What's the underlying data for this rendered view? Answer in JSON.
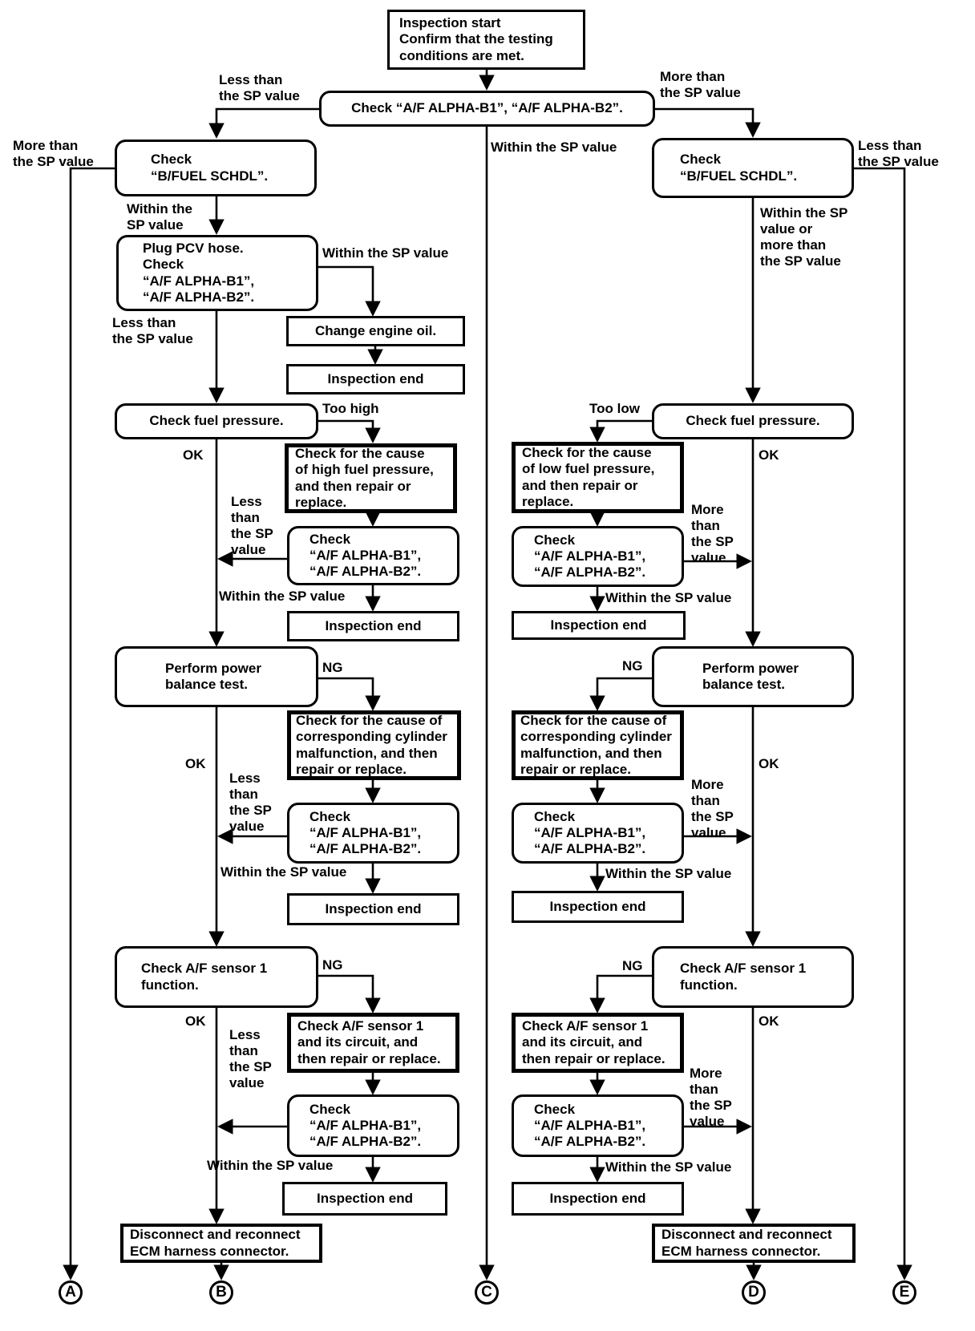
{
  "diagram": {
    "nodes": [
      {
        "text": "Inspection start\nConfirm that the testing\nconditions are met."
      },
      {
        "text": "Check “A/F ALPHA-B1”, “A/F ALPHA-B2”."
      },
      {
        "text": "Check\n“B/FUEL SCHDL”."
      },
      {
        "text": "Plug PCV hose.\nCheck\n“A/F ALPHA-B1”,\n“A/F ALPHA-B2”."
      },
      {
        "text": "Change engine oil."
      },
      {
        "text": "Inspection end"
      },
      {
        "text": "Check fuel pressure."
      },
      {
        "text": "Check for the cause\nof high fuel pressure,\nand then repair or\nreplace."
      },
      {
        "text": "Check\n“A/F ALPHA-B1”,\n“A/F ALPHA-B2”."
      },
      {
        "text": "Inspection end"
      },
      {
        "text": "Perform power\nbalance test."
      },
      {
        "text": "Check for the cause of\ncorresponding cylinder\nmalfunction, and then\nrepair or replace."
      },
      {
        "text": "Check\n“A/F ALPHA-B1”,\n“A/F ALPHA-B2”."
      },
      {
        "text": "Inspection end"
      },
      {
        "text": "Check A/F sensor 1\nfunction."
      },
      {
        "text": "Check A/F sensor 1\nand its circuit, and\nthen repair or replace."
      },
      {
        "text": "Check\n“A/F ALPHA-B1”,\n“A/F ALPHA-B2”."
      },
      {
        "text": "Inspection end"
      },
      {
        "text": "Disconnect and reconnect\nECM harness connector."
      },
      {
        "text": "Check\n“B/FUEL SCHDL”."
      },
      {
        "text": "Check fuel pressure."
      },
      {
        "text": "Check for the cause\nof low fuel pressure,\nand then repair or\nreplace."
      },
      {
        "text": "Check\n“A/F ALPHA-B1”,\n“A/F ALPHA-B2”."
      },
      {
        "text": "Inspection end"
      },
      {
        "text": "Perform power\nbalance test."
      },
      {
        "text": "Check for the cause of\ncorresponding cylinder\nmalfunction, and then\nrepair or replace."
      },
      {
        "text": "Check\n“A/F ALPHA-B1”,\n“A/F ALPHA-B2”."
      },
      {
        "text": "Inspection end"
      },
      {
        "text": "Check A/F sensor 1\nfunction."
      },
      {
        "text": "Check A/F sensor 1\nand its circuit, and\nthen repair or replace."
      },
      {
        "text": "Check\n“A/F ALPHA-B1”,\n“A/F ALPHA-B2”."
      },
      {
        "text": "Inspection end"
      },
      {
        "text": "Disconnect and reconnect\nECM harness connector."
      }
    ],
    "labels": [
      {
        "text": "Less than\nthe SP value"
      },
      {
        "text": "More than\nthe SP value"
      },
      {
        "text": "Within the SP value"
      },
      {
        "text": "More than\nthe SP value"
      },
      {
        "text": "Less than\nthe SP value"
      },
      {
        "text": "Within the\nSP value"
      },
      {
        "text": "Within the SP\nvalue or\nmore than\nthe SP value"
      },
      {
        "text": "Within the SP value"
      },
      {
        "text": "Less than\nthe SP value"
      },
      {
        "text": "Too high"
      },
      {
        "text": "Too low"
      },
      {
        "text": "OK"
      },
      {
        "text": "OK"
      },
      {
        "text": "Less\nthan\nthe SP\nvalue"
      },
      {
        "text": "More\nthan\nthe SP\nvalue"
      },
      {
        "text": "Within the SP value"
      },
      {
        "text": "Within the SP value"
      },
      {
        "text": "NG"
      },
      {
        "text": "NG"
      },
      {
        "text": "OK"
      },
      {
        "text": "OK"
      },
      {
        "text": "Less\nthan\nthe SP\nvalue"
      },
      {
        "text": "More\nthan\nthe SP\nvalue"
      },
      {
        "text": "Within the SP value"
      },
      {
        "text": "Within the SP value"
      },
      {
        "text": "NG"
      },
      {
        "text": "NG"
      },
      {
        "text": "OK"
      },
      {
        "text": "OK"
      },
      {
        "text": "Less\nthan\nthe SP\nvalue"
      },
      {
        "text": "More\nthan\nthe SP\nvalue"
      },
      {
        "text": "Within the SP value"
      },
      {
        "text": "Within the SP value"
      }
    ],
    "connectors": [
      {
        "letter": "A"
      },
      {
        "letter": "B"
      },
      {
        "letter": "C"
      },
      {
        "letter": "D"
      },
      {
        "letter": "E"
      }
    ]
  }
}
